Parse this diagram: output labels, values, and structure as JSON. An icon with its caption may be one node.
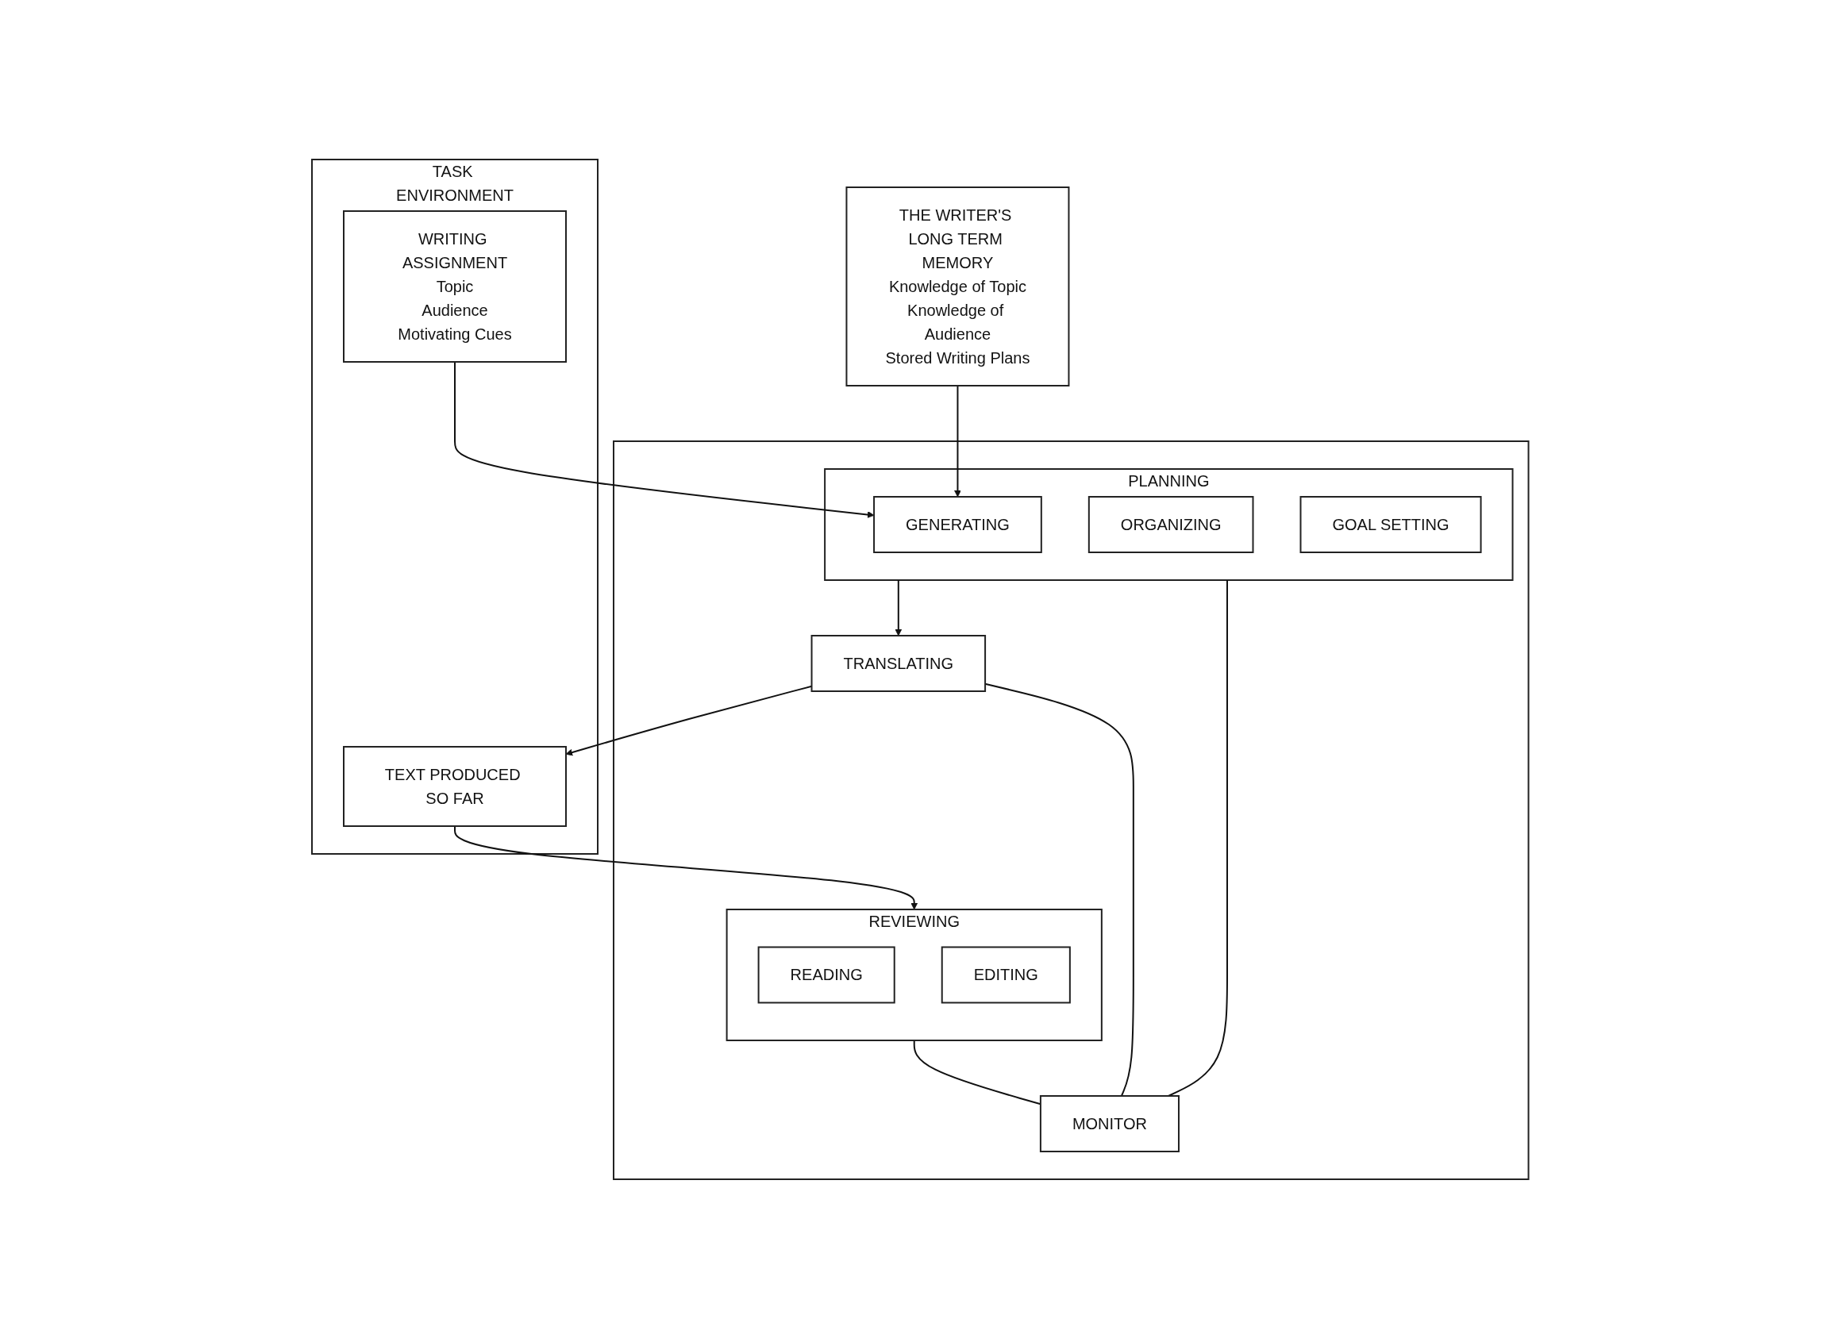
{
  "diagram": {
    "nodes": [
      {
        "text": [
          "TASK ENVIRONMENT"
        ]
      },
      {
        "text": [
          "WRITING ASSIGNMENT",
          "Topic",
          "Audience",
          "Motivating Cues"
        ],
        "in": 0
      },
      {
        "text": [
          "TEXT PRODUCED SO FAR"
        ],
        "in": 0
      },
      {
        "text": [
          "THE WRITER'S LONG TERM MEMORY",
          "Knowledge of Topic",
          "Knowledge of Audience",
          "Stored Writing Plans"
        ]
      },
      {
        "text": [],
        "shape": "box"
      },
      {
        "text": [
          "PLANNING"
        ],
        "in": 4
      },
      {
        "text": [
          "GENERATING"
        ],
        "in": 5
      },
      {
        "text": [
          "ORGANIZING"
        ],
        "in": 5
      },
      {
        "text": [
          "GOAL SETTING"
        ],
        "in": 5
      },
      {
        "text": [
          "TRANSLATING"
        ],
        "in": 4
      },
      {
        "text": [
          "REVIEWING"
        ],
        "in": 4
      },
      {
        "text": [
          "READING"
        ],
        "in": 10
      },
      {
        "text": [
          "EDITING"
        ],
        "in": 10
      },
      {
        "text": [
          "MONITOR"
        ],
        "in": 4
      }
    ],
    "edges": [
      {
        "from": 1,
        "to": 6,
        "arrow": "to"
      },
      {
        "from": 3,
        "to": 6,
        "arrow": "to"
      },
      {
        "from": 5,
        "to": 9,
        "arrow": "to"
      },
      {
        "from": 9,
        "to": 2,
        "arrow": "to"
      },
      {
        "from": 2,
        "to": 10,
        "arrow": "to"
      },
      {
        "from": 5,
        "to": 13,
        "arrow": "none"
      },
      {
        "from": 9,
        "to": 13,
        "arrow": "none"
      },
      {
        "from": 10,
        "to": 13,
        "arrow": "none"
      }
    ]
  }
}
